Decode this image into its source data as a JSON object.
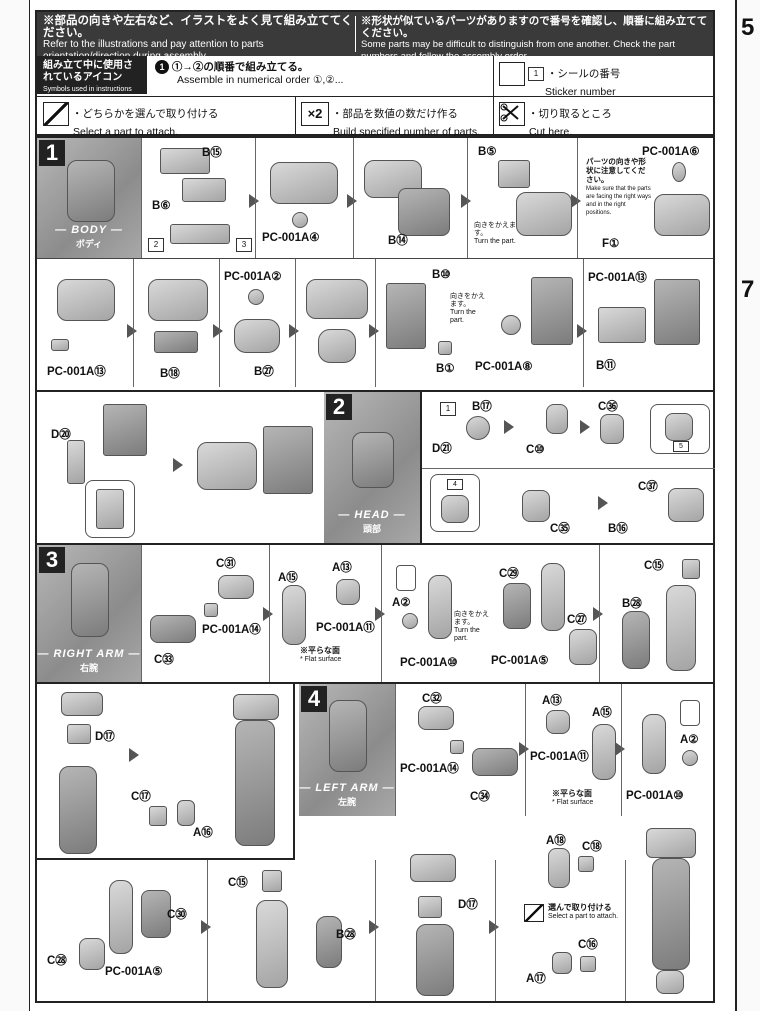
{
  "header": {
    "left_jp": "※部品の向きや左右など、イラストをよく見て組み立ててください。",
    "left_en": "Refer to the illustrations and pay attention to parts orientation/direction during assembly.",
    "right_jp": "※形状が似ているパーツがありますので番号を確認し、順番に組み立ててください。",
    "right_en": "Some parts may be difficult to distinguish from one another. Check the part numbers and follow the assembly order."
  },
  "legend": {
    "title_jp": "組み立て中に使用されているアイコン",
    "title_en": "Symbols used in instructions",
    "order_jp": "①→②の順番で組み立てる。",
    "order_en": "Assemble in numerical order ①,②...",
    "sticker_jp": "・シールの番号",
    "sticker_en": "Sticker number",
    "sticker_box": "1",
    "choose_jp": "・どちらかを選んで取り付ける",
    "choose_en": "Select a part to attach.",
    "multi_icon": "×2",
    "multi_jp": "・部品を数値の数だけ作る",
    "multi_en": "Build specified number of parts.",
    "cut_jp": "・切り取るところ",
    "cut_en": "Cut here."
  },
  "edge": {
    "left_num": "",
    "right_num_top": "5",
    "right_num_mid": "7"
  },
  "sections": {
    "body": {
      "num": "1",
      "label_en": "— BODY —",
      "label_jp": "ボディ"
    },
    "head": {
      "num": "2",
      "label_en": "— HEAD —",
      "label_jp": "頭部"
    },
    "right_arm": {
      "num": "3",
      "label_en": "— RIGHT ARM —",
      "label_jp": "右腕"
    },
    "left_arm": {
      "num": "4",
      "label_en": "— LEFT ARM —",
      "label_jp": "左腕"
    }
  },
  "labels": {
    "b15": "B⑮",
    "b6": "B⑥",
    "st2": "2",
    "st3": "3",
    "pc4": "PC-001A④",
    "b14": "B⑭",
    "b5": "B⑤",
    "turn_jp": "向きをかえます。",
    "turn_en": "Turn the part.",
    "pc6": "PC-001A⑥",
    "caution_jp": "パーツの向きや形状に注意してください。",
    "caution_en": "Make sure that the parts are facing the right ways and in the right positions.",
    "f1": "F①",
    "pc13a": "PC-001A⑬",
    "b18": "B⑱",
    "pc2": "PC-001A②",
    "b27": "B㉗",
    "b10": "B⑩",
    "b1": "B①",
    "pc8": "PC-001A⑧",
    "pc13b": "PC-001A⑬",
    "b11": "B⑪",
    "d20": "D⑳",
    "st1": "1",
    "b17": "B⑰",
    "d21": "D㉑",
    "c10": "C⑩",
    "c36": "C㊱",
    "st5": "5",
    "st4": "4",
    "c35": "C㉟",
    "c37": "C㊲",
    "b16": "B⑯",
    "c31": "C㉛",
    "pc14": "PC-001A⑭",
    "c33": "C㉝",
    "a15": "A⑮",
    "a13": "A⑬",
    "pc11": "PC-001A⑪",
    "flat_jp": "※平らな面",
    "flat_en": "* Flat surface",
    "a2": "A②",
    "pc10": "PC-001A⑩",
    "c29": "C㉙",
    "c27": "C㉗",
    "pc5": "PC-001A⑤",
    "c15": "C⑮",
    "b28": "B㉘",
    "d17": "D⑰",
    "c17": "C⑰",
    "a16": "A⑯",
    "c32": "C㉜",
    "pc14b": "PC-001A⑭",
    "c34": "C㉞",
    "a13b": "A⑬",
    "a15b": "A⑮",
    "pc11b": "PC-001A⑪",
    "flat2_jp": "※平らな面",
    "flat2_en": "* Flat surface",
    "a2b": "A②",
    "pc10b": "PC-001A⑩",
    "c30": "C㉚",
    "c28": "C㉘",
    "pc5b": "PC-001A⑤",
    "c15b": "C⑮",
    "b28b": "B㉘",
    "d17b": "D⑰",
    "a18": "A⑱",
    "c18": "C⑱",
    "select_jp": "選んで取り付ける",
    "select_en": "Select a part to attach.",
    "c16": "C⑯",
    "a17": "A⑰"
  }
}
